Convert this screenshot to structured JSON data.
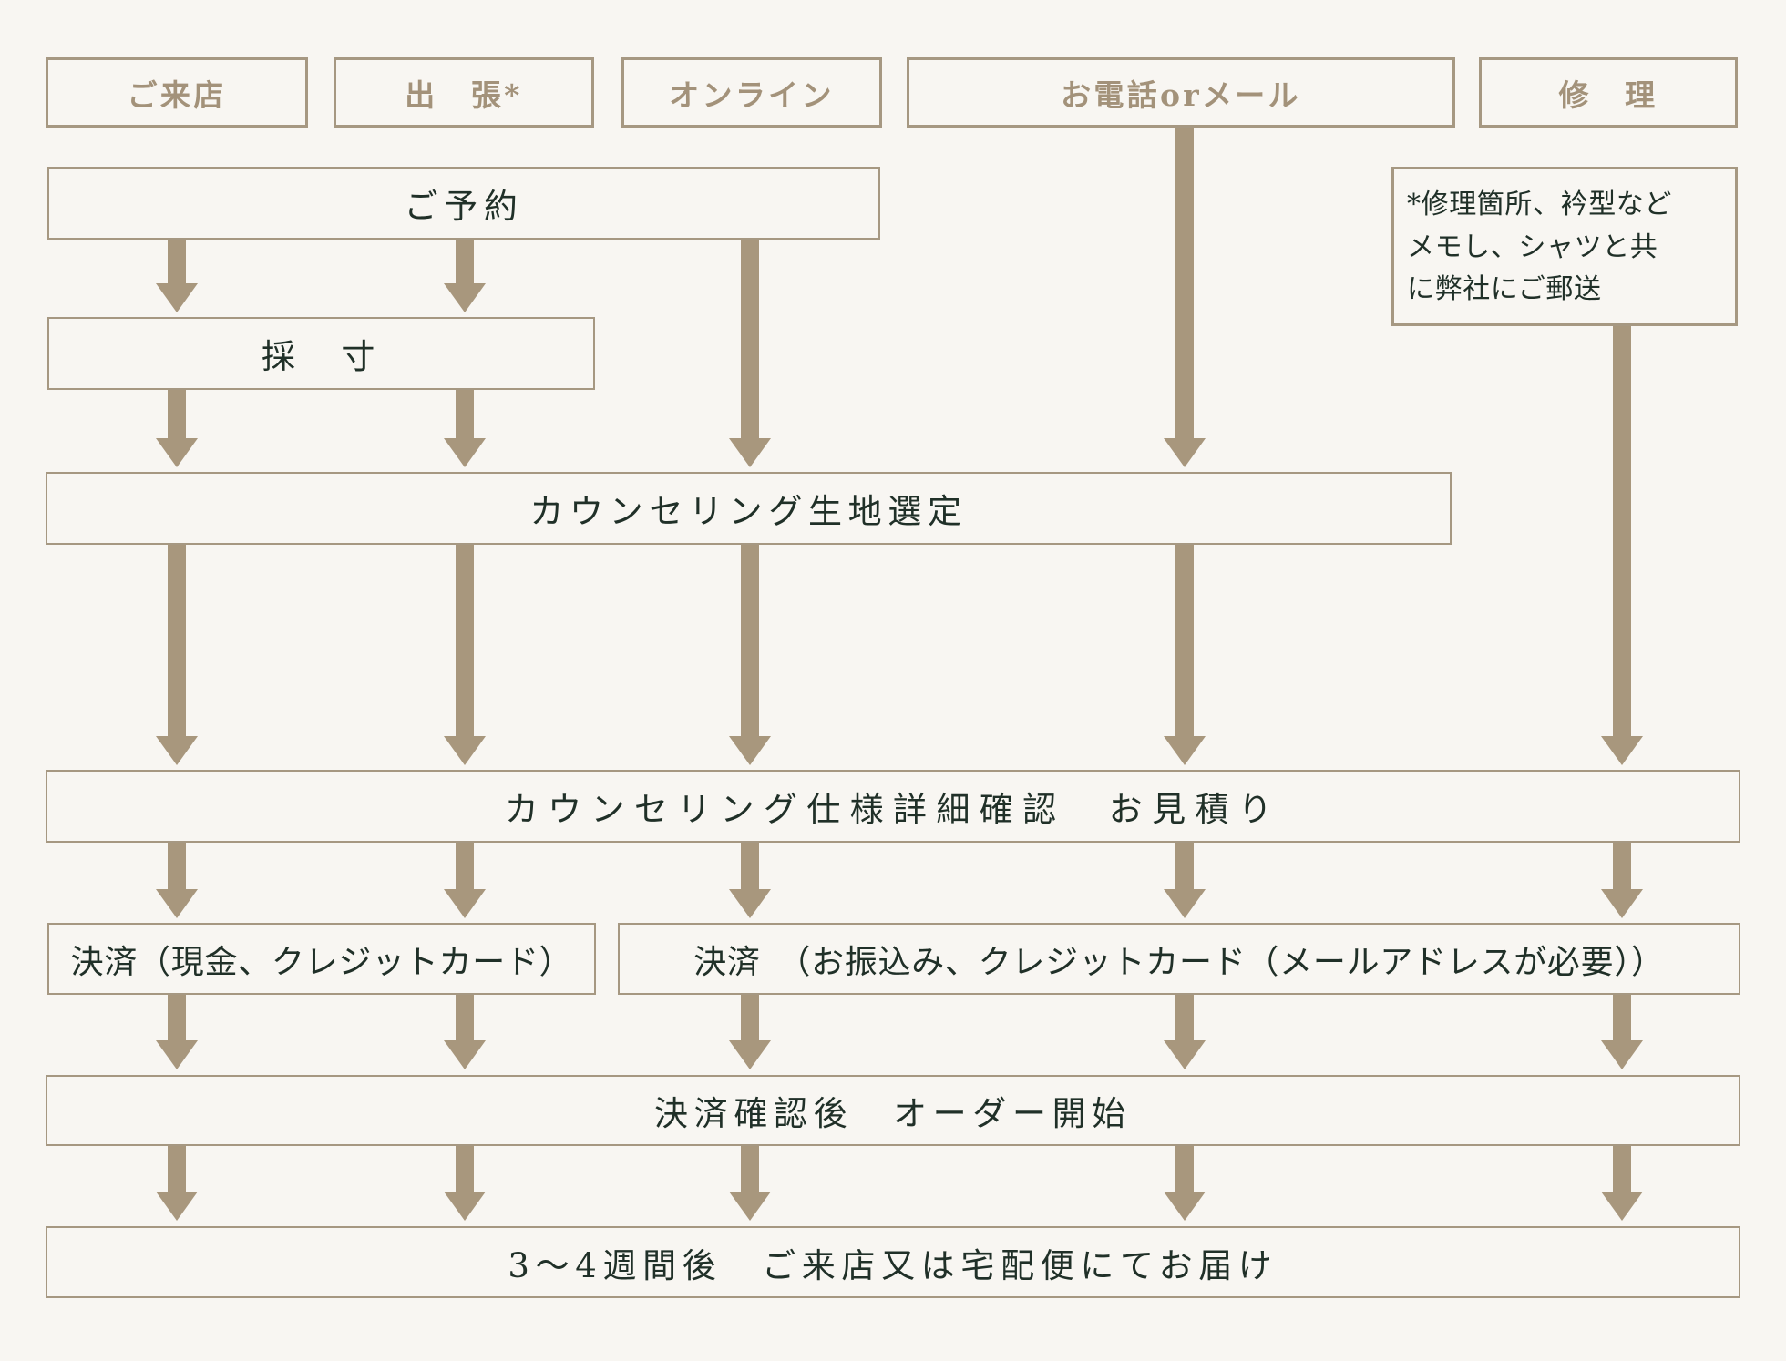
{
  "palette": {
    "background": "#f8f6f2",
    "box_border": "#a69882",
    "arrow": "#a8977d",
    "channel_text": "#a3927a",
    "step_text": "#203028"
  },
  "channels": [
    {
      "label": "ご来店"
    },
    {
      "label": "出　張*"
    },
    {
      "label": "オンライン"
    },
    {
      "label": "お電話orメール"
    },
    {
      "label": "修　理"
    }
  ],
  "steps": {
    "reservation": "ご予約",
    "measurement": "採　寸",
    "counseling_fabric": "カウンセリング生地選定",
    "counseling_spec": "カウンセリング仕様詳細確認　お見積り",
    "payment_store": "決済（現金、クレジットカード）",
    "payment_remote": "決済　（お振込み、クレジットカード（メールアドレスが必要））",
    "order_start": "決済確認後　オーダー開始",
    "delivery": "3～4週間後　ご来店又は宅配便にてお届け"
  },
  "repair_note": "*修理箇所、衿型など\nメモし、シャツと共\nに弊社にご郵送"
}
